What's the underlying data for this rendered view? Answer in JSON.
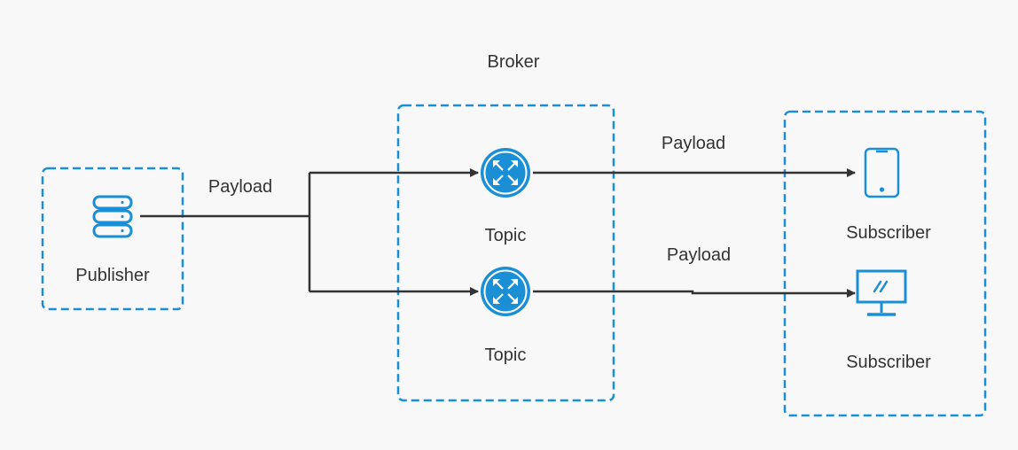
{
  "labels": {
    "broker": "Broker",
    "publisher": "Publisher",
    "topic_top": "Topic",
    "topic_bottom": "Topic",
    "subscriber_top": "Subscriber",
    "subscriber_bottom": "Subscriber",
    "payload_left": "Payload",
    "payload_right_top": "Payload",
    "payload_right_bottom": "Payload"
  },
  "icons": {
    "publisher": "server-stack-icon",
    "topic": "router-icon",
    "subscriber_top": "mobile-phone-icon",
    "subscriber_bottom": "monitor-icon"
  },
  "colors": {
    "accent": "#1a8fd6",
    "line": "#333333",
    "background": "#f8f8f8",
    "text": "#333333"
  }
}
